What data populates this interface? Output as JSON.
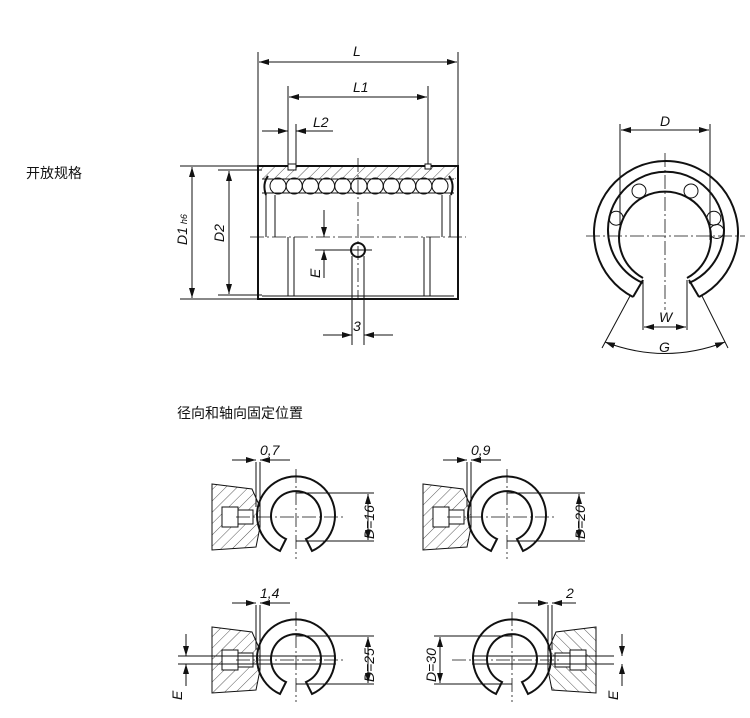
{
  "captions": {
    "open_version": "开放规格",
    "radial_axial_fixing": "径向和轴向固定位置"
  },
  "side_view": {
    "L": "L",
    "L1": "L1",
    "L2": "L2",
    "D1": "D1",
    "D1_tol": "h6",
    "D2": "D2",
    "E": "E",
    "hole": "3"
  },
  "end_view": {
    "D": "D",
    "W": "W",
    "G": "G"
  },
  "fixing_details": [
    {
      "gap": "0,7",
      "diameter": "D=16"
    },
    {
      "gap": "0,9",
      "diameter": "D=20"
    },
    {
      "gap": "1,4",
      "diameter": "D=25",
      "E": "E"
    },
    {
      "gap": "2",
      "diameter": "D=30",
      "E": "E"
    }
  ]
}
